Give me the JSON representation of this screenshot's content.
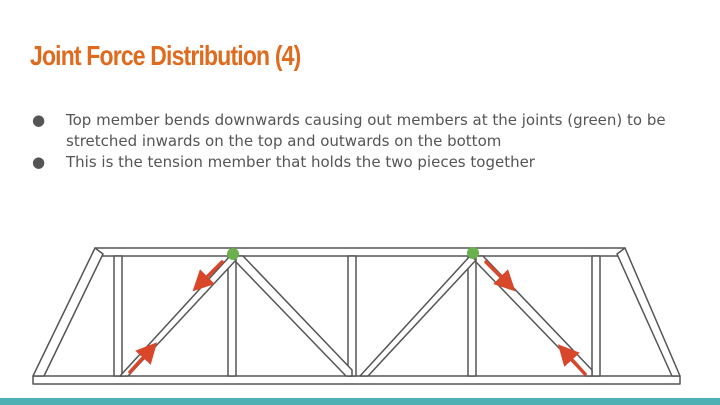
{
  "slide": {
    "title": "Joint Force Distribution (4)",
    "bullets": [
      "Top member bends downwards causing out members at the joints (green) to be stretched inwards on the top and outwards on the bottom",
      "This is the tension member that holds the two pieces together"
    ],
    "bullet_glyph": "●"
  },
  "colors": {
    "title": "#e06a1d",
    "text": "#555555",
    "joint": "#6ab04c",
    "arrow": "#d9472b",
    "truss_stroke": "#555555",
    "footer_bar": "#4fb0b4"
  },
  "diagram": {
    "subject": "truss bridge",
    "joints_marked": 2,
    "arrows": 4
  }
}
